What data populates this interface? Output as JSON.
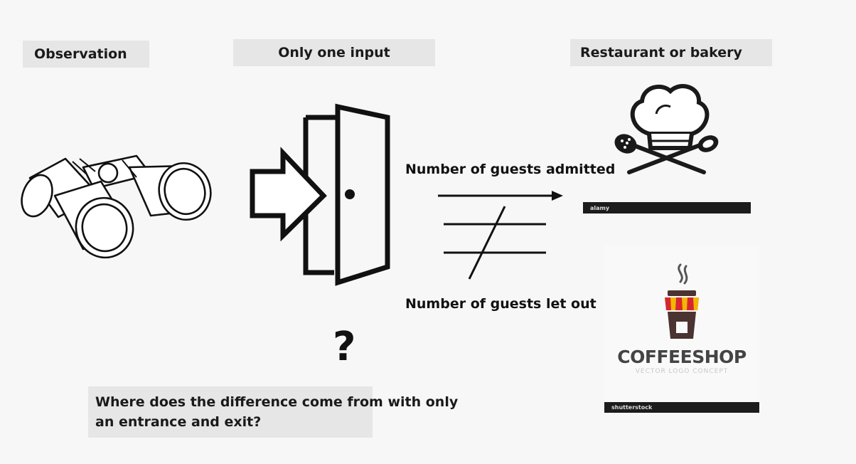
{
  "labels": {
    "observation": "Observation",
    "only_one_input": "Only one input",
    "restaurant_or_bakery": "Restaurant or bakery"
  },
  "arrow_labels": {
    "admitted": "Number of guests admitted",
    "let_out": "Number of guests let out"
  },
  "question_mark": "?",
  "question": {
    "line1": "Where does the difference come from with only",
    "line2": "an entrance and exit?"
  },
  "logos": {
    "alamy_strip": "alamy",
    "coffee_title": "COFFEESHOP",
    "coffee_subtitle": "VECTOR LOGO CONCEPT",
    "shutterstock_strip": "shutterstock"
  },
  "icons": [
    "binoculars-icon",
    "door-entrance-icon",
    "not-equal-arrows-icon",
    "chef-hat-icon",
    "coffee-cup-icon"
  ],
  "colors": {
    "label_background": "#e6e6e6",
    "ink": "#111111",
    "cup_red": "#d8262e",
    "cup_yellow": "#f2b705",
    "cup_brown": "#4a3330"
  }
}
